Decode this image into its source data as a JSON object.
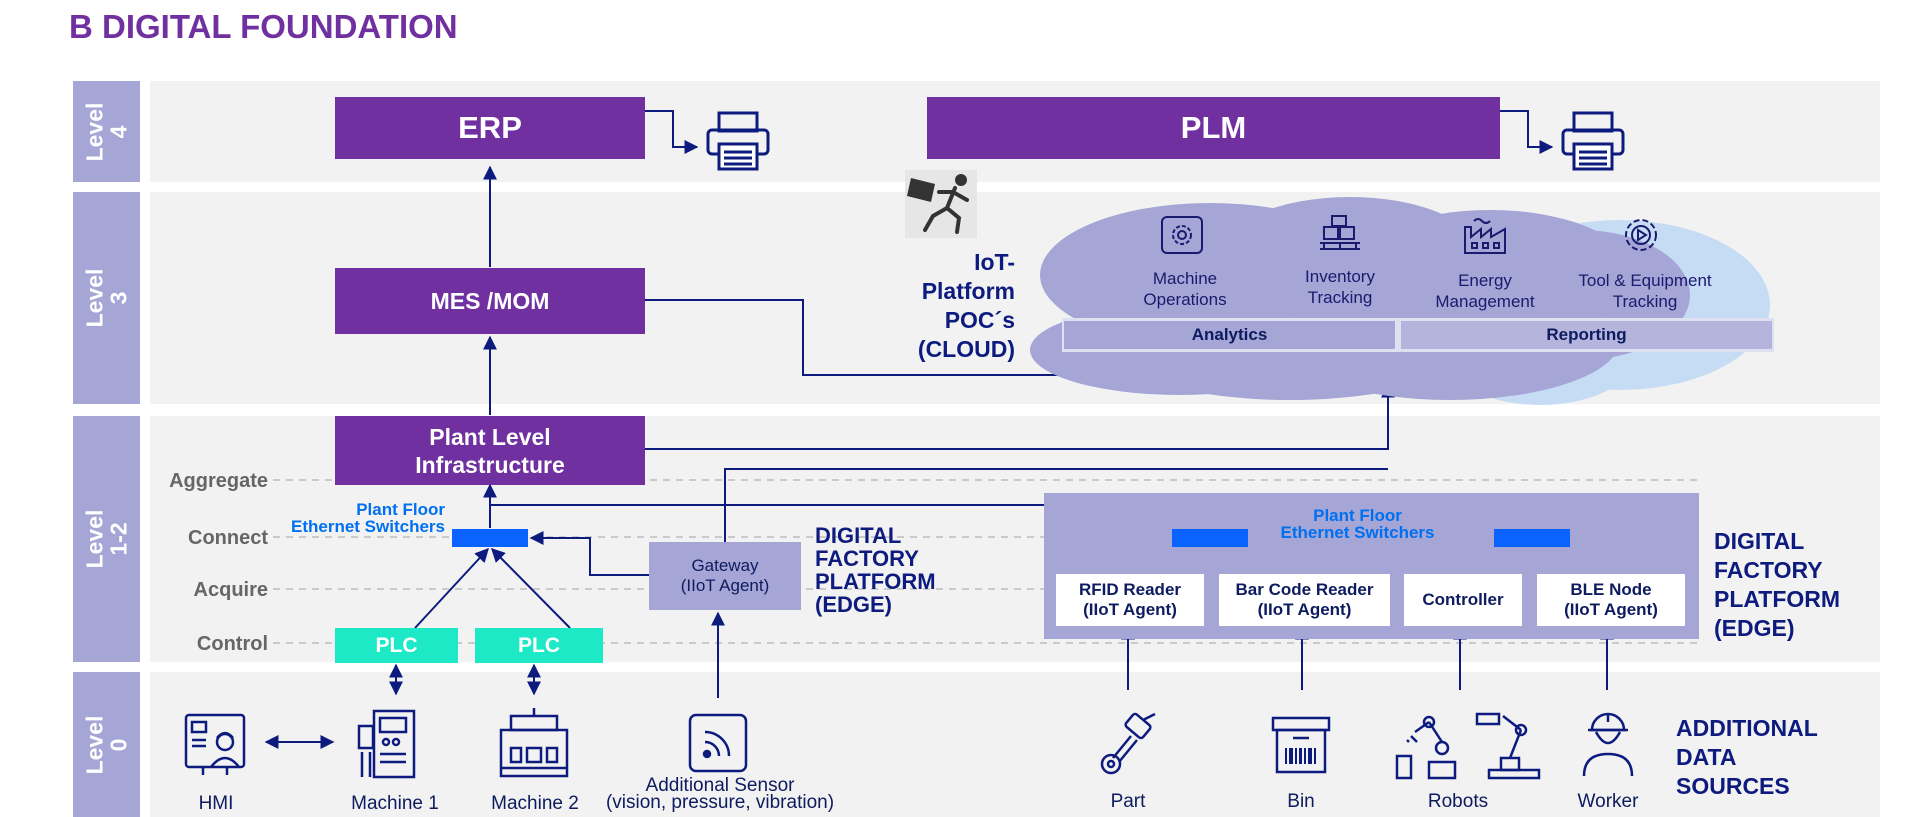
{
  "title": "B DIGITAL FOUNDATION",
  "levels": [
    "Level\n4",
    "Level\n3",
    "Level\n1-2",
    "Level\n0"
  ],
  "stages": [
    "Aggregate",
    "Connect",
    "Acquire",
    "Control"
  ],
  "erp": "ERP",
  "plm": "PLM",
  "mes": "MES /MOM",
  "plant_infra": "Plant Level\nInfrastructure",
  "iot_platform": "IoT-\nPlatform\nPOC´s\n(CLOUD)",
  "cloud": {
    "items": [
      "Machine\nOperations",
      "Inventory\nTracking",
      "Energy\nManagement",
      "Tool & Equipment\nTracking"
    ],
    "analytics": "Analytics",
    "reporting": "Reporting"
  },
  "plant_floor_switchers": "Plant Floor\nEthernet Switchers",
  "plc": "PLC",
  "gateway": "Gateway\n(IIoT Agent)",
  "digital_factory": "DIGITAL\nFACTORY\nPLATFORM\n(EDGE)",
  "edge_boxes": [
    "RFID Reader\n(IIoT Agent)",
    "Bar Code Reader\n(IIoT Agent)",
    "Controller",
    "BLE Node\n(IIoT Agent)"
  ],
  "additional_data_sources": "ADDITIONAL\nDATA\nSOURCES",
  "devices": {
    "hmi": "HMI",
    "machine1": "Machine 1",
    "machine2": "Machine 2",
    "sensor": "Additional Sensor\n(vision, pressure, vibration)",
    "part": "Part",
    "bin": "Bin",
    "robots": "Robots",
    "worker": "Worker"
  },
  "colors": {
    "purple": "#7030a0",
    "lavender": "#a5a5d6",
    "plc_green": "#1de9c6",
    "switch_blue": "#0a62ff",
    "navy": "#0d1b7f"
  },
  "icons": [
    "printer-icon",
    "running-mail-icon",
    "gear-icon",
    "pallet-icon",
    "factory-icon",
    "tool-gear-icon",
    "hmi-operator-icon",
    "machine-icon",
    "wifi-sensor-icon",
    "engine-part-icon",
    "barcode-bin-icon",
    "robot-arm-icon",
    "worker-icon"
  ]
}
